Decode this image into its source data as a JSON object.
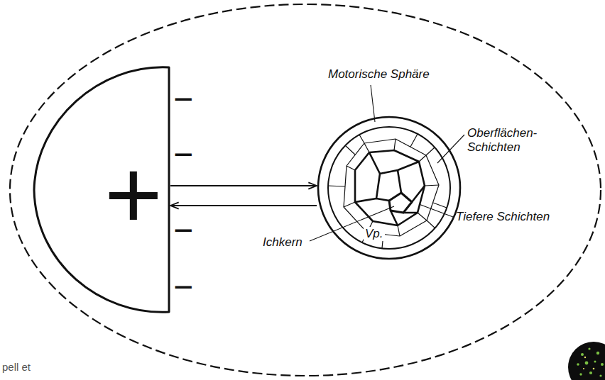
{
  "diagram": {
    "nodes": [
      {
        "text": [
          "+"
        ]
      },
      {
        "text": [
          "Motorische Sphäre",
          "Oberflächen- Schichten",
          "Tiefere Schichten",
          "Ichkern",
          "Vp."
        ]
      }
    ],
    "edges": [
      {
        "from": 0,
        "to": 1,
        "arrow": "to"
      },
      {
        "from": 1,
        "to": 0,
        "arrow": "to"
      }
    ],
    "labels": [
      "−",
      "−",
      "−",
      "−",
      "pell et"
    ]
  }
}
